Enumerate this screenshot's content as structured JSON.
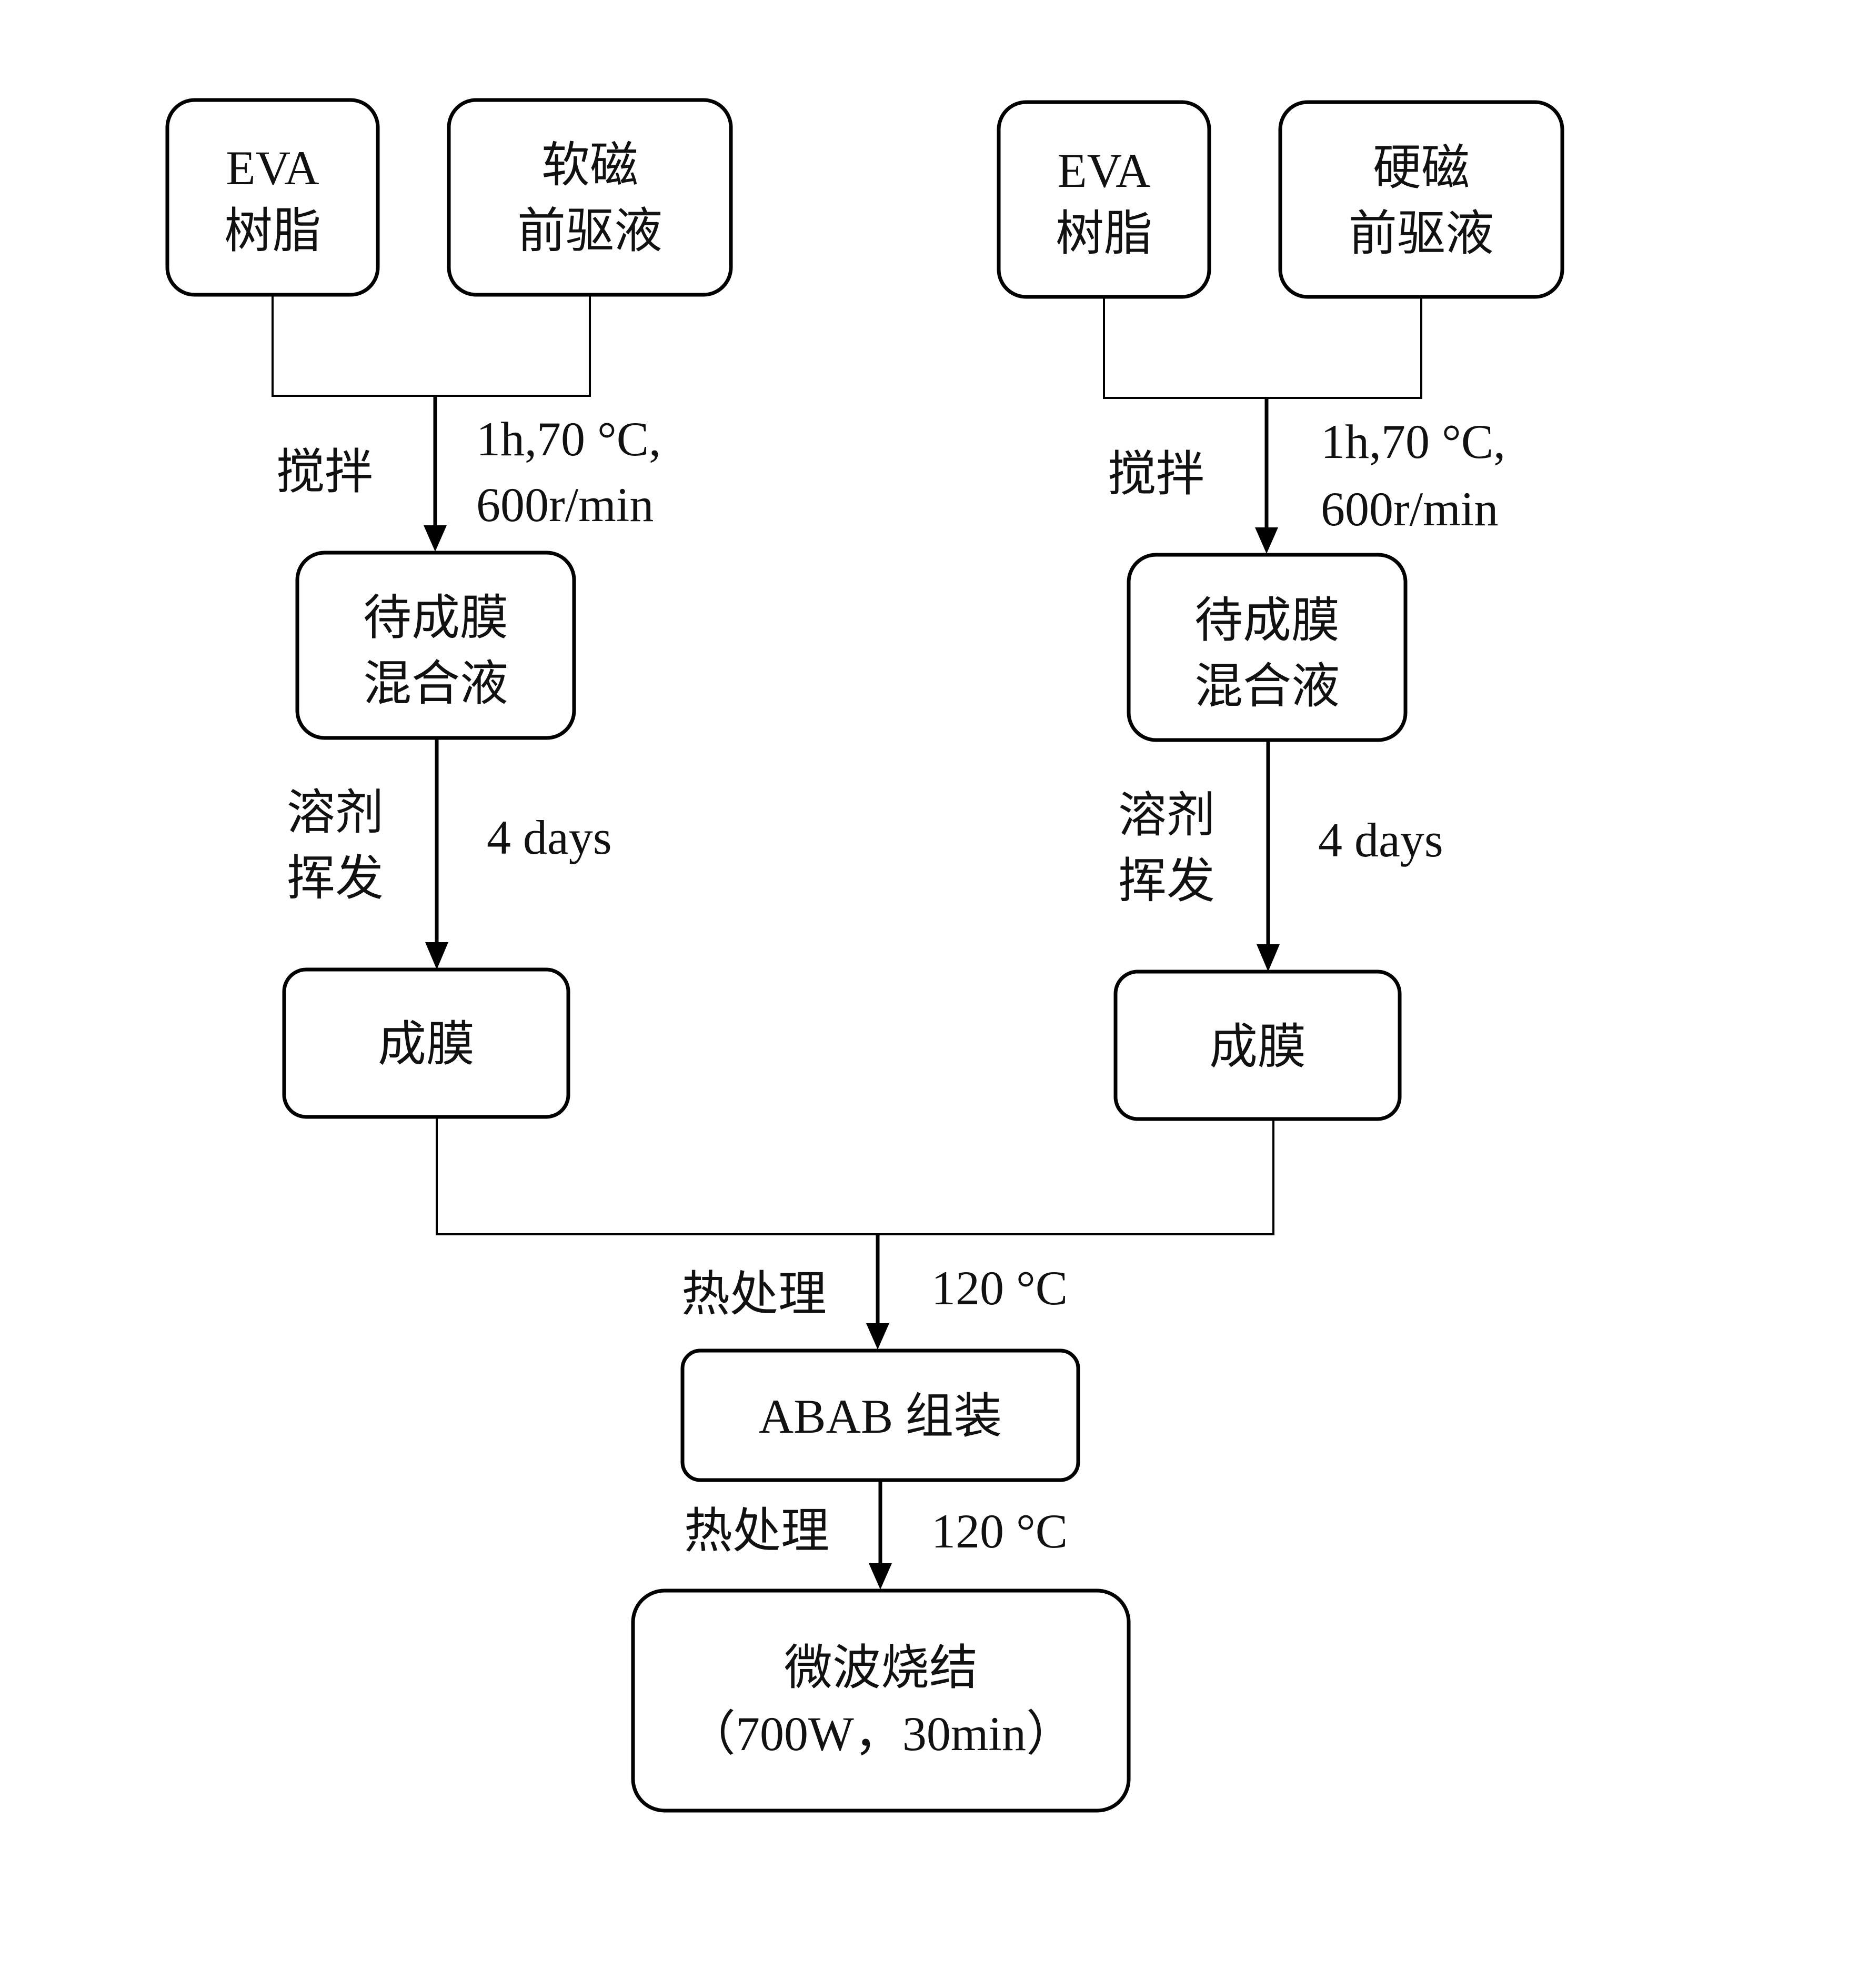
{
  "left": {
    "resin": [
      "EVA",
      "树脂"
    ],
    "precursor": [
      "软磁",
      "前驱液"
    ],
    "stir_label": "搅拌",
    "stir_cond": [
      "1h,70 °C,",
      "600r/min"
    ],
    "mix": [
      "待成膜",
      "混合液"
    ],
    "evap_label": [
      "溶剂",
      "挥发"
    ],
    "evap_cond": "4 days",
    "film": "成膜"
  },
  "right": {
    "resin": [
      "EVA",
      "树脂"
    ],
    "precursor": [
      "硬磁",
      "前驱液"
    ],
    "stir_label": "搅拌",
    "stir_cond": [
      "1h,70 °C,",
      "600r/min"
    ],
    "mix": [
      "待成膜",
      "混合液"
    ],
    "evap_label": [
      "溶剂",
      "挥发"
    ],
    "evap_cond": "4 days",
    "film": "成膜"
  },
  "heat1": {
    "label": "热处理",
    "cond": "120 °C"
  },
  "assembly": "ABAB 组装",
  "heat2": {
    "label": "热处理",
    "cond": "120 °C"
  },
  "sinter": [
    "微波烧结",
    "（700W，30min）"
  ]
}
